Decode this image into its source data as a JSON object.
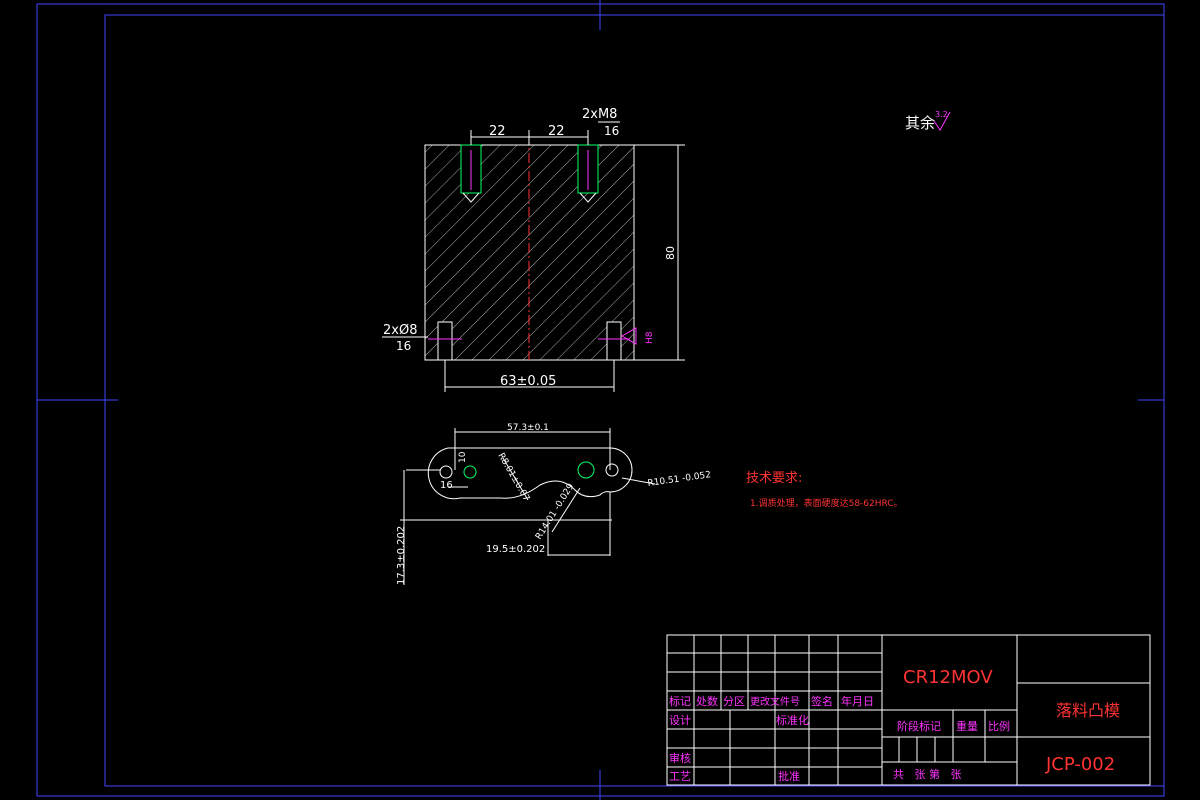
{
  "surface_note": {
    "prefix": "其余",
    "roughness": "3.2"
  },
  "front_view": {
    "dim_left": "22",
    "dim_right": "22",
    "thread_label": "2xM8",
    "thread_depth": "16",
    "height": "80",
    "pin_label": "2xØ8",
    "pin_depth": "16",
    "pin_note": "H8",
    "width": "63±0.05"
  },
  "top_view": {
    "length": "57.3±0.1",
    "small_height": "10",
    "offset": "16",
    "radius1": "R8.01±0.07",
    "radius2": "R14.01 -0.029",
    "radius3": "R10.51 -0.052",
    "dim_19": "19.5±0.202",
    "dim_17": "17.3±0.202"
  },
  "tech_req": {
    "title": "技术要求:",
    "line1": "1.调质处理，表面硬度达58-62HRC。"
  },
  "title_block": {
    "material": "CR12MOV",
    "part_name": "落料凸模",
    "drawing_no": "JCP-002",
    "row_labels": [
      "标记",
      "处数",
      "分区",
      "更改文件号",
      "签名",
      "年月日"
    ],
    "design": "设计",
    "standardize": "标准化",
    "check": "审核",
    "process": "工艺",
    "approve": "批准",
    "stage_mark": "阶段标记",
    "weight": "重量",
    "scale": "比例",
    "sheets": "共   张 第   张"
  }
}
